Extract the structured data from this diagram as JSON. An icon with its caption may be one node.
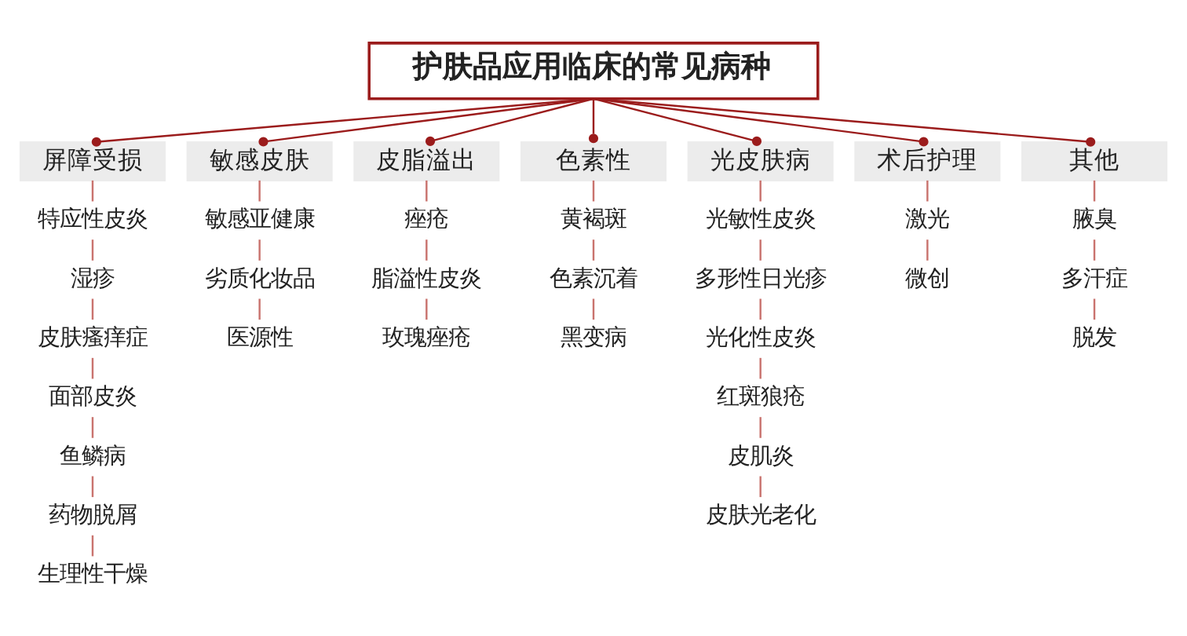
{
  "diagram": {
    "nodes": [
      {
        "text": [
          "护肤品应用临床的常见病种"
        ]
      },
      {
        "text": [
          "屏障受损"
        ]
      },
      {
        "text": [
          "敏感皮肤"
        ]
      },
      {
        "text": [
          "皮脂溢出"
        ]
      },
      {
        "text": [
          "色素性"
        ]
      },
      {
        "text": [
          "光皮肤病"
        ]
      },
      {
        "text": [
          "术后护理"
        ]
      },
      {
        "text": [
          "其他"
        ]
      },
      {
        "text": [
          "特应性皮炎"
        ]
      },
      {
        "text": [
          "湿疹"
        ]
      },
      {
        "text": [
          "皮肤瘙痒症"
        ]
      },
      {
        "text": [
          "面部皮炎"
        ]
      },
      {
        "text": [
          "鱼鳞病"
        ]
      },
      {
        "text": [
          "药物脱屑"
        ]
      },
      {
        "text": [
          "生理性干燥"
        ]
      },
      {
        "text": [
          "敏感亚健康"
        ]
      },
      {
        "text": [
          "劣质化妆品"
        ]
      },
      {
        "text": [
          "医源性"
        ]
      },
      {
        "text": [
          "痤疮"
        ]
      },
      {
        "text": [
          "脂溢性皮炎"
        ]
      },
      {
        "text": [
          "玫瑰痤疮"
        ]
      },
      {
        "text": [
          "黄褐斑"
        ]
      },
      {
        "text": [
          "色素沉着"
        ]
      },
      {
        "text": [
          "黑变病"
        ]
      },
      {
        "text": [
          "光敏性皮炎"
        ]
      },
      {
        "text": [
          "多形性日光疹"
        ]
      },
      {
        "text": [
          "光化性皮炎"
        ]
      },
      {
        "text": [
          "红斑狼疮"
        ]
      },
      {
        "text": [
          "皮肌炎"
        ]
      },
      {
        "text": [
          "皮肤光老化"
        ]
      },
      {
        "text": [
          "激光"
        ]
      },
      {
        "text": [
          "微创"
        ]
      },
      {
        "text": [
          "腋臭"
        ]
      },
      {
        "text": [
          "多汗症"
        ]
      },
      {
        "text": [
          "脱发"
        ]
      }
    ],
    "edges": [
      {
        "from": 0,
        "to": 1,
        "arrow": "other",
        "color": "#9b1c1c"
      },
      {
        "from": 0,
        "to": 2,
        "arrow": "other",
        "color": "#9b1c1c"
      },
      {
        "from": 0,
        "to": 3,
        "arrow": "other",
        "color": "#9b1c1c"
      },
      {
        "from": 0,
        "to": 4,
        "arrow": "other",
        "color": "#9b1c1c"
      },
      {
        "from": 0,
        "to": 5,
        "arrow": "other",
        "color": "#9b1c1c"
      },
      {
        "from": 0,
        "to": 6,
        "arrow": "other",
        "color": "#9b1c1c"
      },
      {
        "from": 0,
        "to": 7,
        "arrow": "other",
        "color": "#9b1c1c"
      },
      {
        "from": 1,
        "to": 8,
        "arrow": "none"
      },
      {
        "from": 8,
        "to": 9,
        "arrow": "none"
      },
      {
        "from": 9,
        "to": 10,
        "arrow": "none"
      },
      {
        "from": 10,
        "to": 11,
        "arrow": "none"
      },
      {
        "from": 11,
        "to": 12,
        "arrow": "none"
      },
      {
        "from": 12,
        "to": 13,
        "arrow": "none"
      },
      {
        "from": 13,
        "to": 14,
        "arrow": "none"
      },
      {
        "from": 2,
        "to": 15,
        "arrow": "none"
      },
      {
        "from": 15,
        "to": 16,
        "arrow": "none"
      },
      {
        "from": 16,
        "to": 17,
        "arrow": "none"
      },
      {
        "from": 3,
        "to": 18,
        "arrow": "none"
      },
      {
        "from": 18,
        "to": 19,
        "arrow": "none"
      },
      {
        "from": 19,
        "to": 20,
        "arrow": "none"
      },
      {
        "from": 4,
        "to": 21,
        "arrow": "none"
      },
      {
        "from": 21,
        "to": 22,
        "arrow": "none"
      },
      {
        "from": 22,
        "to": 23,
        "arrow": "none"
      },
      {
        "from": 5,
        "to": 24,
        "arrow": "none"
      },
      {
        "from": 24,
        "to": 25,
        "arrow": "none"
      },
      {
        "from": 25,
        "to": 26,
        "arrow": "none"
      },
      {
        "from": 26,
        "to": 27,
        "arrow": "none"
      },
      {
        "from": 27,
        "to": 28,
        "arrow": "none"
      },
      {
        "from": 28,
        "to": 29,
        "arrow": "none"
      },
      {
        "from": 6,
        "to": 30,
        "arrow": "none"
      },
      {
        "from": 30,
        "to": 31,
        "arrow": "none"
      },
      {
        "from": 7,
        "to": 32,
        "arrow": "none"
      },
      {
        "from": 32,
        "to": 33,
        "arrow": "none"
      },
      {
        "from": 33,
        "to": 34,
        "arrow": "none"
      }
    ]
  }
}
